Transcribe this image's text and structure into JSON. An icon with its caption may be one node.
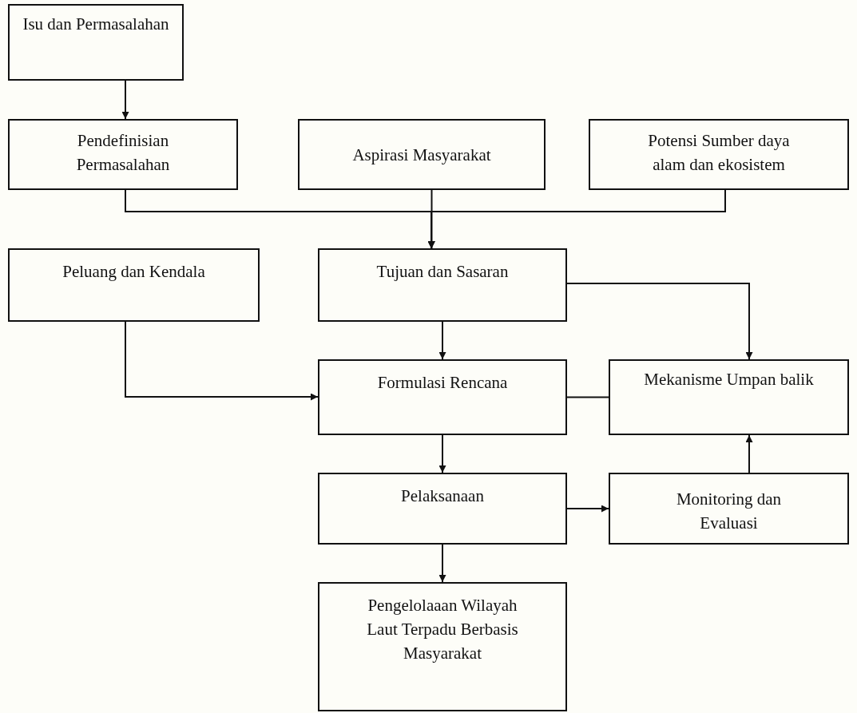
{
  "diagram": {
    "nodes": [
      {
        "text": [
          "Isu dan Permasalahan"
        ]
      },
      {
        "text": [
          "Pendefinisian Permasalahan"
        ]
      },
      {
        "text": [
          "Aspirasi Masyarakat"
        ]
      },
      {
        "text": [
          "Potensi Sumber daya alam dan ekosistem"
        ]
      },
      {
        "text": [
          "Peluang dan Kendala"
        ]
      },
      {
        "text": [
          "Tujuan dan Sasaran"
        ]
      },
      {
        "text": [
          "Formulasi Rencana"
        ]
      },
      {
        "text": [
          "Mekanisme Umpan balik"
        ]
      },
      {
        "text": [
          "Pelaksanaan"
        ]
      },
      {
        "text": [
          "Monitoring dan Evaluasi"
        ]
      },
      {
        "text": [
          "Pengelolaaan Wilayah Laut Terpadu Berbasis Masyarakat"
        ]
      }
    ],
    "edges": [
      {
        "from": 0,
        "to": 1,
        "arrow": "to"
      },
      {
        "from": 1,
        "to": 5,
        "arrow": "to"
      },
      {
        "from": 2,
        "to": 5,
        "arrow": "to"
      },
      {
        "from": 3,
        "to": 5,
        "arrow": "to"
      },
      {
        "from": 5,
        "to": 6,
        "arrow": "to"
      },
      {
        "from": 5,
        "to": 7,
        "arrow": "to"
      },
      {
        "from": 4,
        "to": 6,
        "arrow": "to"
      },
      {
        "from": 6,
        "to": 7,
        "arrow": "none"
      },
      {
        "from": 6,
        "to": 8,
        "arrow": "to"
      },
      {
        "from": 8,
        "to": 9,
        "arrow": "to"
      },
      {
        "from": 9,
        "to": 7,
        "arrow": "to"
      },
      {
        "from": 8,
        "to": 10,
        "arrow": "to"
      }
    ]
  }
}
